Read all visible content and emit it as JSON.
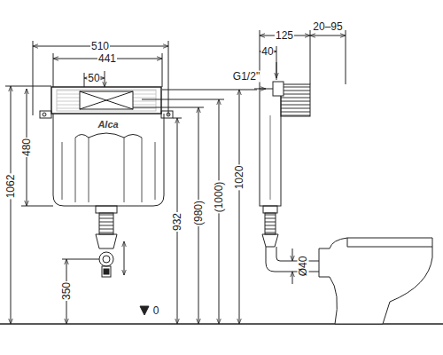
{
  "diagram": {
    "labels": [
      "510",
      "441",
      "50",
      "480",
      "1062",
      "932",
      "(980)",
      "(1000)",
      "1020",
      "350",
      "0",
      "125",
      "40",
      "20–95",
      "G1/2\"",
      "Ø40",
      "Alca"
    ]
  }
}
